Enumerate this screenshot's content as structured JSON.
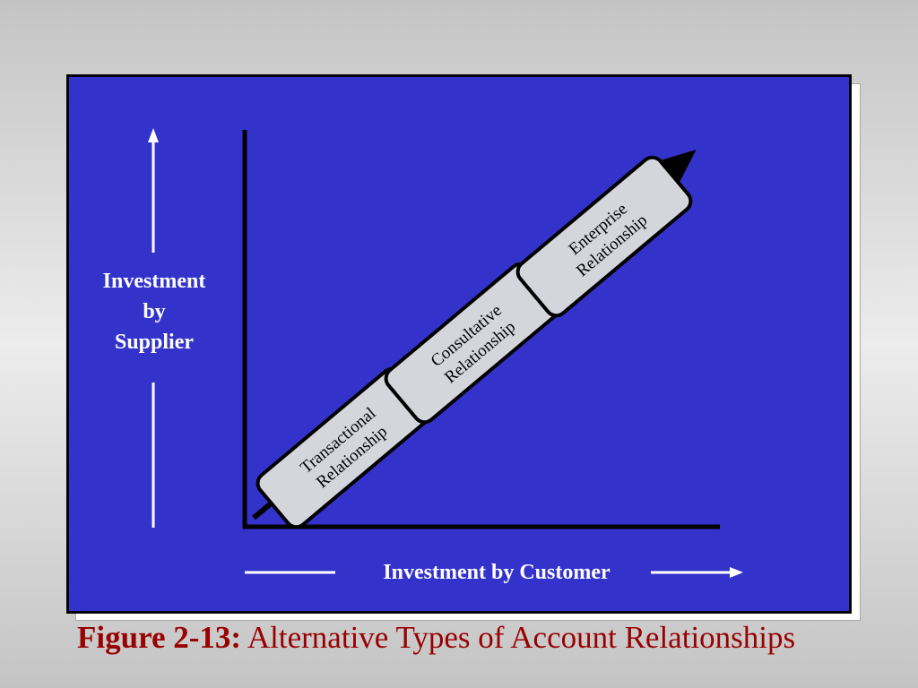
{
  "diagram": {
    "y_axis_label": [
      "Investment",
      "by",
      "Supplier"
    ],
    "x_axis_label": "Investment by Customer",
    "stages": [
      {
        "line1": "Transactional",
        "line2": "Relationship"
      },
      {
        "line1": "Consultative",
        "line2": "Relationship"
      },
      {
        "line1": "Enterprise",
        "line2": "Relationship"
      }
    ]
  },
  "caption": {
    "prefix": "Figure 2-13:",
    "text": " Alternative Types of Account Relationships"
  },
  "colors": {
    "panel_background": "#3333cc",
    "box_fill": "#d4d6dc",
    "caption_color": "#990000",
    "arrow_color": "#000000",
    "indicator_arrow_color": "#ffffff"
  }
}
